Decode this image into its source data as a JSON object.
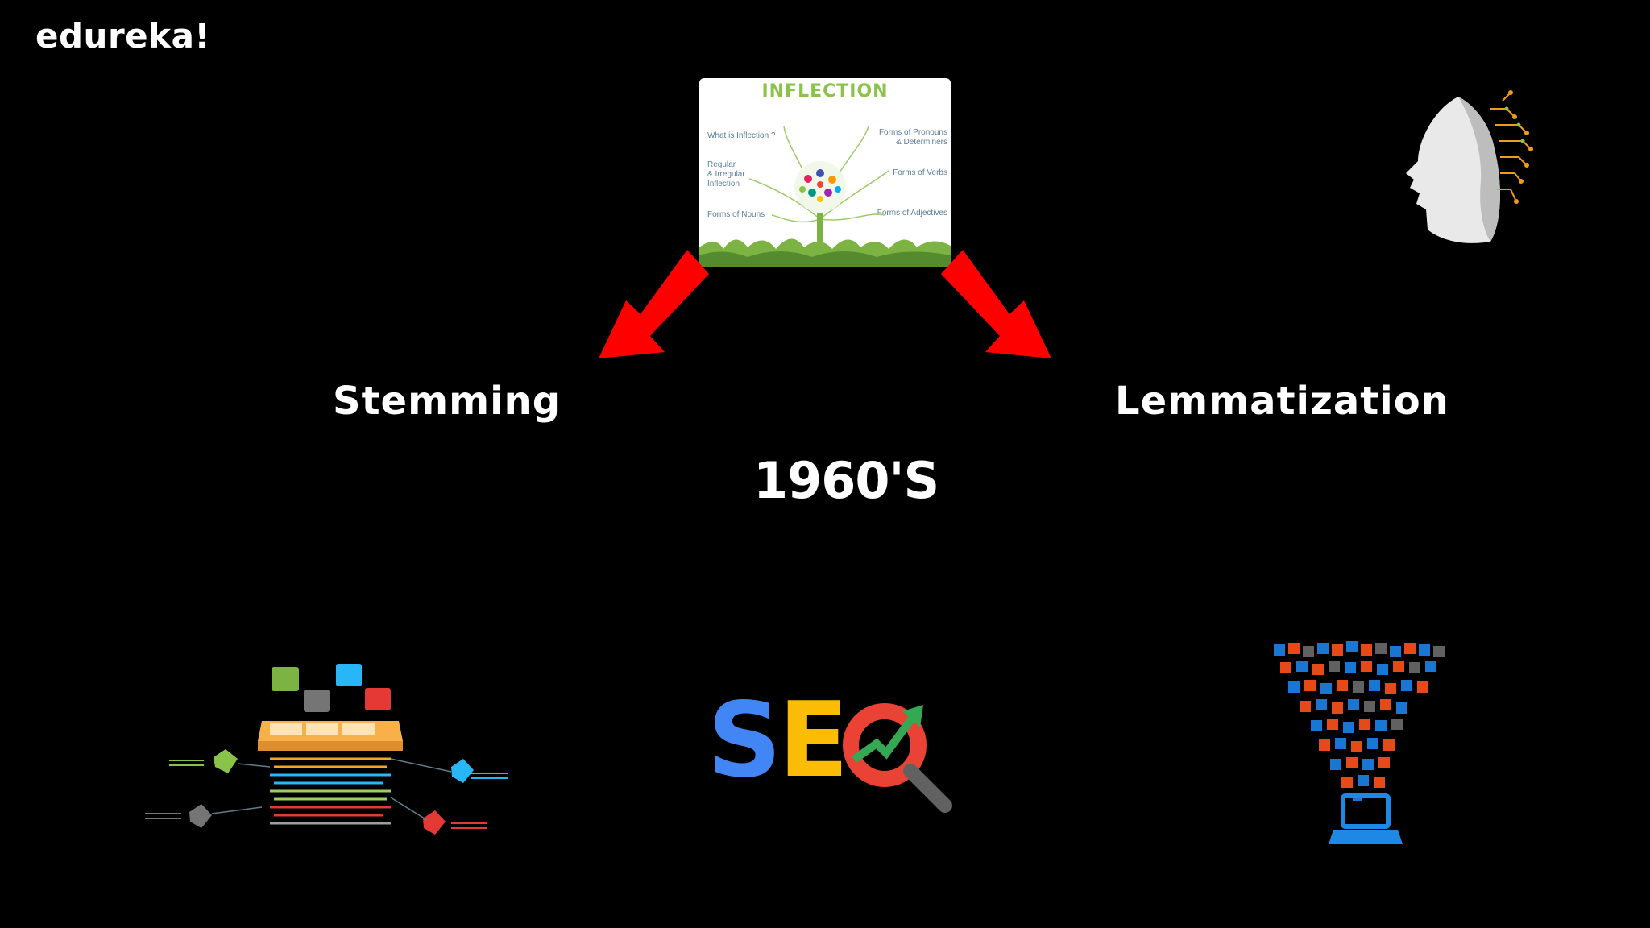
{
  "brand": {
    "logo_text": "edureka!"
  },
  "inflection_card": {
    "title": "INFLECTION",
    "left_items": [
      "What is Inflection ?",
      "Regular\n& Irregular\nInflection",
      "Forms of Nouns"
    ],
    "right_items": [
      "Forms of Pronouns\n& Determiners",
      "Forms of Verbs",
      "Forms of Adjectives"
    ]
  },
  "labels": {
    "left": "Stemming",
    "right": "Lemmatization",
    "year": "1960'S"
  },
  "seo": {
    "letters": [
      "S",
      "E",
      "O"
    ],
    "colors": [
      "#4285f4",
      "#fbbc05",
      "#ea4335"
    ]
  },
  "colors": {
    "arrow": "#ff0000",
    "background": "#000000"
  },
  "icons": [
    "inflection-tree-icon",
    "ai-head-icon",
    "data-tags-icon",
    "seo-magnifier-icon",
    "data-funnel-laptop-icon"
  ]
}
